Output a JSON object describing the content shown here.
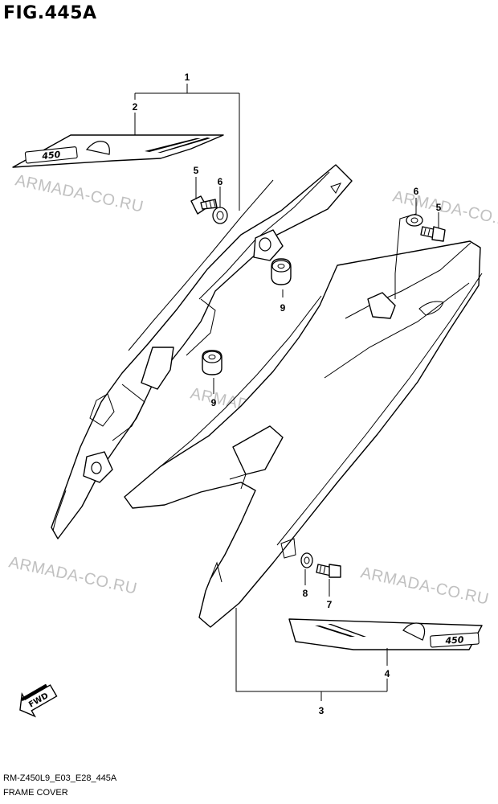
{
  "figure": {
    "title": "FIG.445A",
    "code": "RM-Z450L9_E03_E28_445A",
    "name": "FRAME COVER"
  },
  "watermarks": [
    "ARMADA-CO.RU",
    "ARMADA-CO.RU",
    "ARMADA-CO.RU",
    "ARMADA-CO.RU",
    "ARMADA-CO.RU"
  ],
  "decal_text": "450",
  "fwd_label": "FWD",
  "callouts": {
    "c1": "1",
    "c2": "2",
    "c3": "3",
    "c4": "4",
    "c5a": "5",
    "c6a": "6",
    "c9a": "9",
    "c9b": "9",
    "c6b": "6",
    "c5b": "5",
    "c8": "8",
    "c7": "7"
  }
}
